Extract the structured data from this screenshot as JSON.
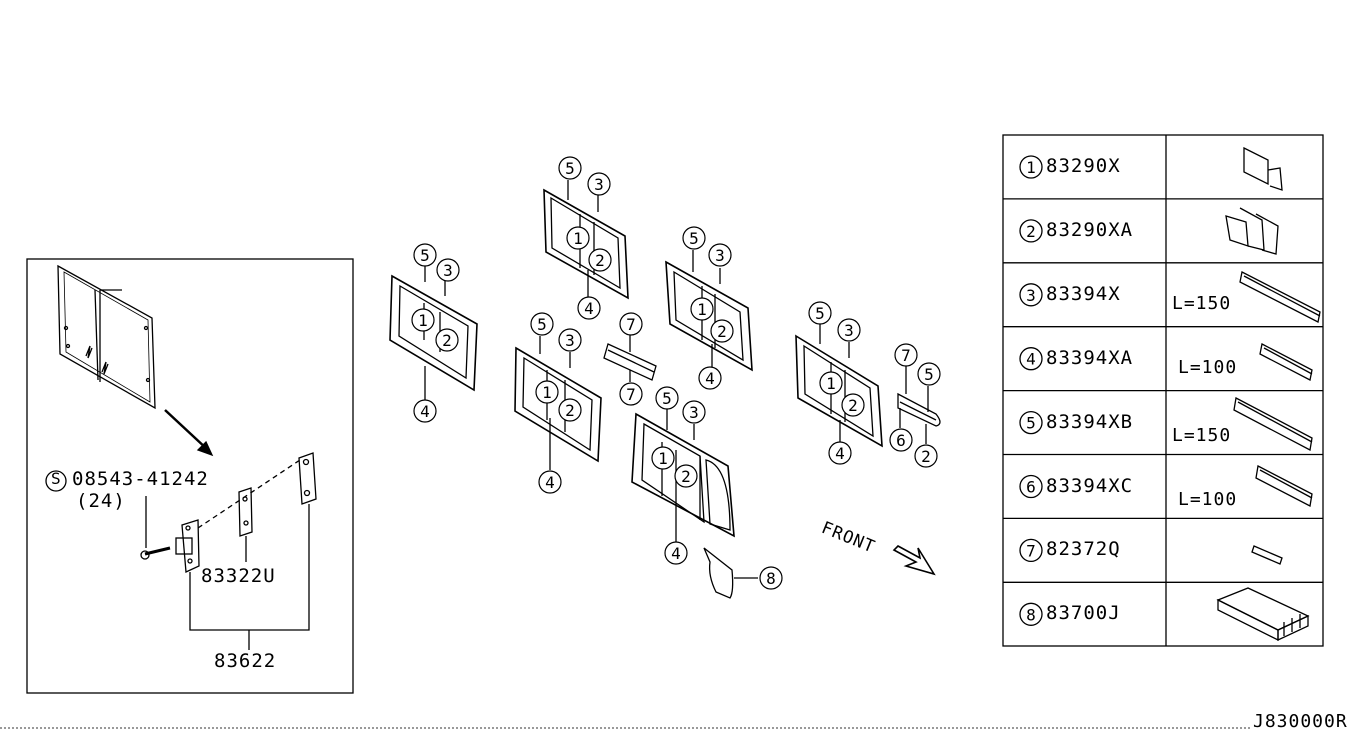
{
  "inset": {
    "screw_symbol": "S",
    "screw_part": "08543-41242",
    "screw_qty": "(24)",
    "clip_part": "83322U",
    "group_part": "83622"
  },
  "callouts": [
    "1",
    "2",
    "3",
    "4",
    "5",
    "6",
    "7",
    "8"
  ],
  "front_label": "FRONT",
  "legend": [
    {
      "num": "1",
      "part": "83290X",
      "length": ""
    },
    {
      "num": "2",
      "part": "83290XA",
      "length": ""
    },
    {
      "num": "3",
      "part": "83394X",
      "length": "L=150"
    },
    {
      "num": "4",
      "part": "83394XA",
      "length": "L=100"
    },
    {
      "num": "5",
      "part": "83394XB",
      "length": "L=150"
    },
    {
      "num": "6",
      "part": "83394XC",
      "length": "L=100"
    },
    {
      "num": "7",
      "part": "82372Q",
      "length": ""
    },
    {
      "num": "8",
      "part": "83700J",
      "length": ""
    }
  ],
  "diagram_code": "J830000R"
}
